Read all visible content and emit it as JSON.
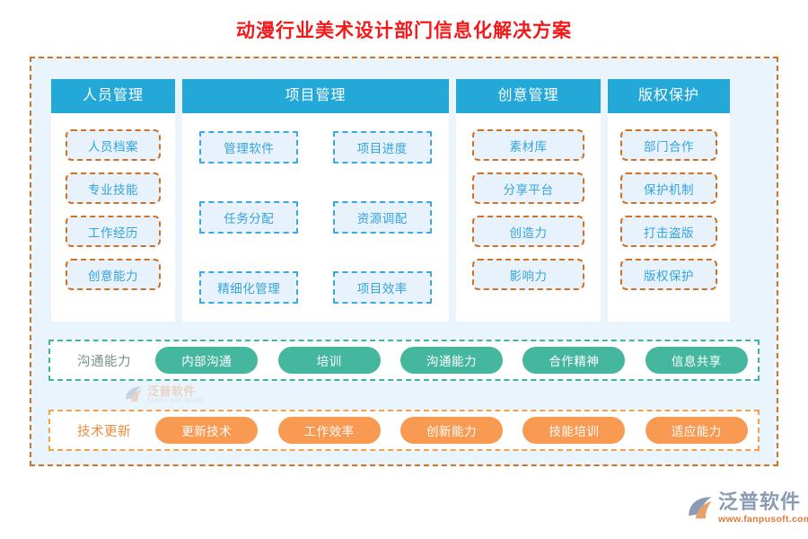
{
  "page": {
    "title": "动漫行业美术设计部门信息化解决方案",
    "title_color": "#f41818",
    "background": "#ffffff",
    "panel_background": "#eaf4fd",
    "outer_border_color": "#d4711f"
  },
  "columns": [
    {
      "header": "人员管理",
      "header_color": "#23a8d8",
      "style": "single",
      "border_color": "#d4711f",
      "items": [
        "人员档案",
        "专业技能",
        "工作经历",
        "创意能力"
      ]
    },
    {
      "header": "项目管理",
      "header_color": "#23a8d8",
      "style": "grid",
      "border_color": "#3ba9de",
      "items": [
        "管理软件",
        "项目进度",
        "任务分配",
        "资源调配",
        "精细化管理",
        "项目效率"
      ]
    },
    {
      "header": "创意管理",
      "header_color": "#23a8d8",
      "style": "single",
      "border_color": "#d4711f",
      "items": [
        "素材库",
        "分享平台",
        "创造力",
        "影响力"
      ]
    },
    {
      "header": "版权保护",
      "header_color": "#23a8d8",
      "style": "single",
      "border_color": "#d4711f",
      "items": [
        "部门合作",
        "保护机制",
        "打击盗版",
        "版权保护"
      ]
    }
  ],
  "bands": [
    {
      "label": "沟通能力",
      "accent": "#45b79e",
      "border_color": "#41b59b",
      "pills": [
        "内部沟通",
        "培训",
        "沟通能力",
        "合作精神",
        "信息共享"
      ]
    },
    {
      "label": "技术更新",
      "accent": "#f89a51",
      "border_color": "#f0a24a",
      "pills": [
        "更新技术",
        "工作效率",
        "创新能力",
        "技能培训",
        "适应能力"
      ]
    }
  ],
  "watermark": {
    "cn": "泛普软件",
    "en": "FANPU SOFTWARE"
  },
  "logo": {
    "cn": "泛普软件",
    "url": "www.fanpusoft.com"
  }
}
